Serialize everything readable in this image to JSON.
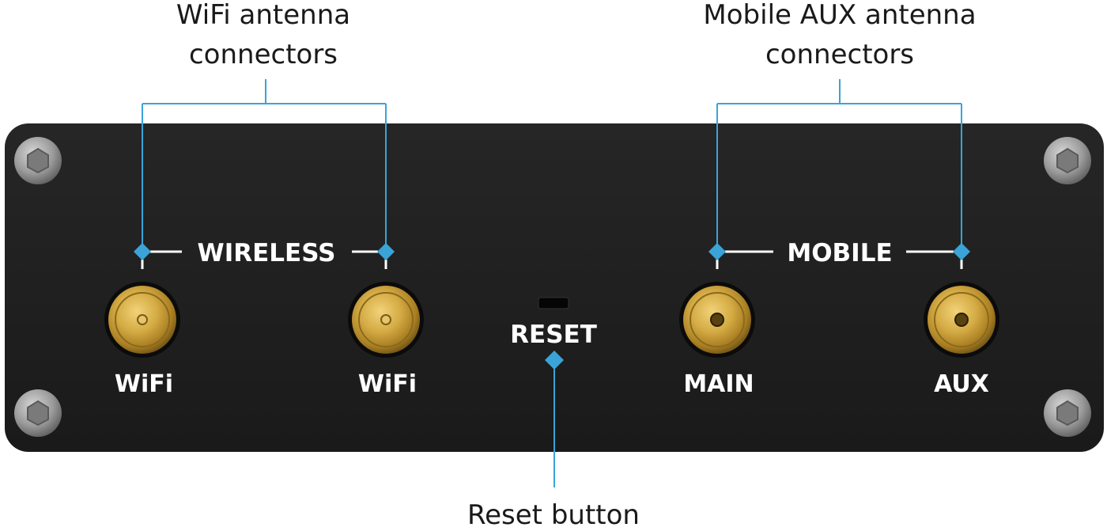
{
  "callouts": {
    "wifi": [
      "WiFi antenna",
      "connectors"
    ],
    "mobile": [
      "Mobile AUX antenna",
      "connectors"
    ],
    "reset": "Reset button"
  },
  "panel": {
    "wireless_label": "WIRELESS",
    "mobile_label": "MOBILE",
    "reset_label": "RESET"
  },
  "ports": [
    {
      "label": "WiFi",
      "kind": "RP-SMA"
    },
    {
      "label": "WiFi",
      "kind": "RP-SMA"
    },
    {
      "label": "MAIN",
      "kind": "SMA"
    },
    {
      "label": "AUX",
      "kind": "SMA"
    }
  ],
  "colors": {
    "panel": "#1e1e1e",
    "leader": "#3aa3d8",
    "connector_gold": "#c9a23a"
  },
  "icons": [
    "screw-icon",
    "sma-connector-icon",
    "reset-hole-icon"
  ]
}
